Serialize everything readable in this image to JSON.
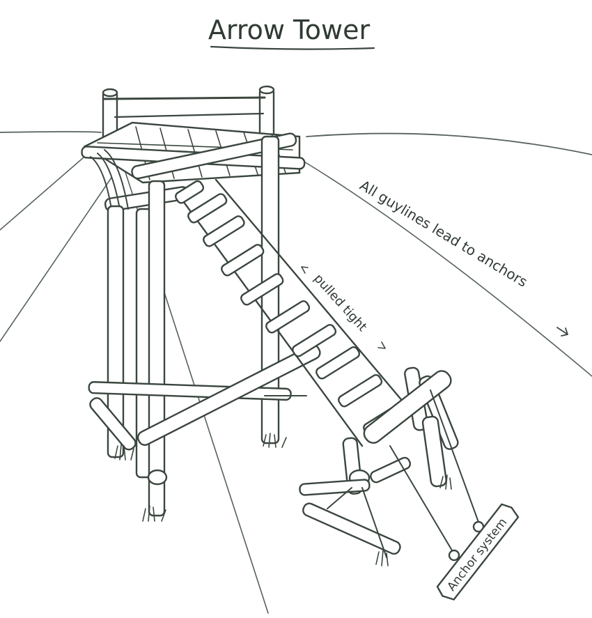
{
  "title": "Arrow Tower",
  "annotations": {
    "guylines": "All guylines lead to anchors",
    "ladder": "pulled tight",
    "anchor_sign": "Anchor system"
  },
  "colors": {
    "ink": "#3a463e",
    "paper": "#ffffff"
  }
}
